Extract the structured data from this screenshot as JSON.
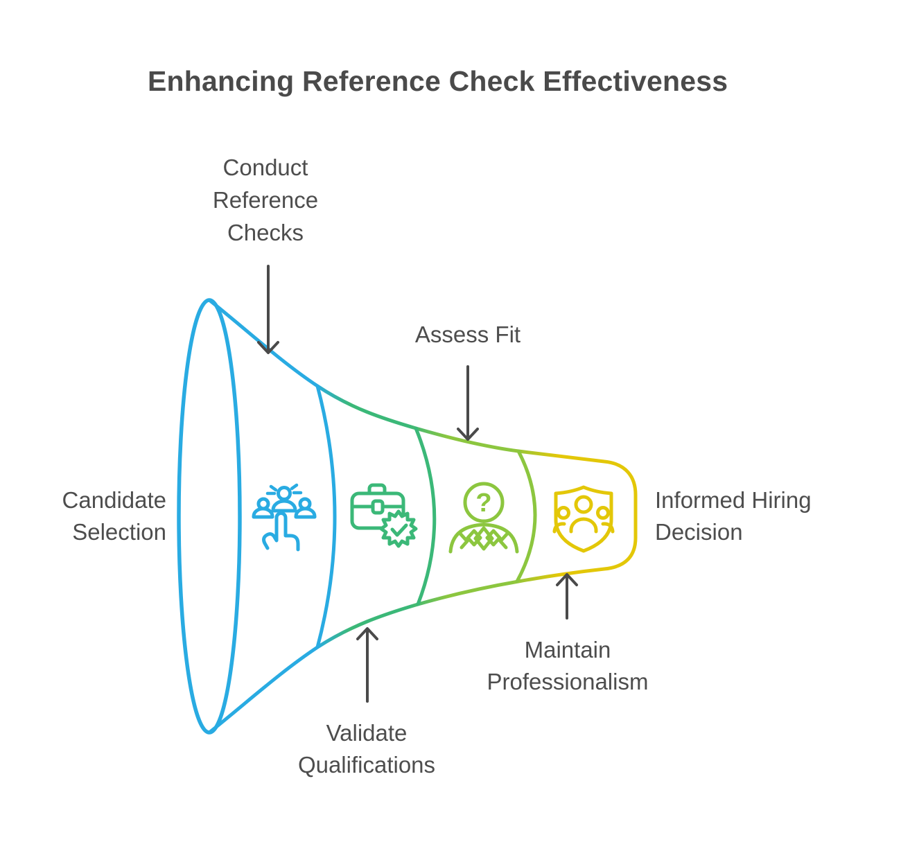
{
  "title": "Enhancing Reference Check Effectiveness",
  "palette": {
    "blue": "#29ABE2",
    "green": "#3BB878",
    "lime": "#8CC63F",
    "yellow": "#E3C708",
    "arrow": "#4A4A4A",
    "title_text": "#4A4A4A",
    "label_text": "#4D4D4D"
  },
  "annotations": {
    "conduct": {
      "lines": [
        "Conduct",
        "Reference",
        "Checks"
      ]
    },
    "assess": {
      "lines": [
        "Assess Fit"
      ]
    },
    "candidate": {
      "lines": [
        "Candidate",
        "Selection"
      ]
    },
    "informed": {
      "lines": [
        "Informed Hiring",
        "Decision"
      ]
    },
    "validate": {
      "lines": [
        "Validate",
        "Qualifications"
      ]
    },
    "maintain": {
      "lines": [
        "Maintain",
        "Professionalism"
      ]
    }
  },
  "icons": {
    "question_glyph": "?"
  },
  "funnel": {
    "input_label": "Candidate Selection",
    "output_label": "Informed Hiring Decision",
    "stages": [
      {
        "name": "candidate-pool",
        "icon": "people-selection-icon",
        "color": "#29ABE2",
        "annotation": "Conduct Reference Checks"
      },
      {
        "name": "validate-qualifications",
        "icon": "briefcase-check-icon",
        "color": "#3BB878",
        "annotation": "Validate Qualifications"
      },
      {
        "name": "assess-fit",
        "icon": "person-question-icon",
        "color": "#8CC63F",
        "annotation": "Assess Fit"
      },
      {
        "name": "informed-decision",
        "icon": "shield-team-icon",
        "color": "#E3C708",
        "annotation": "Maintain Professionalism"
      }
    ]
  }
}
